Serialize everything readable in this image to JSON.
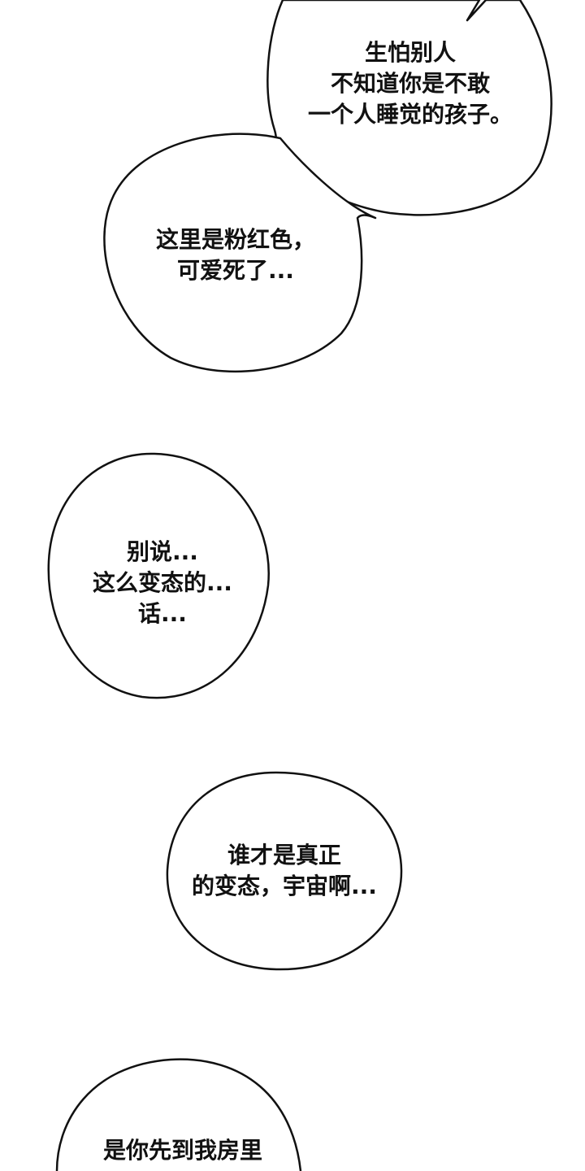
{
  "colors": {
    "background": "#ffffff",
    "outline": "#111111",
    "text": "#111111"
  },
  "bubbles": [
    {
      "id": "bubble-1",
      "lines": [
        "生怕别人",
        "不知道你是不敢",
        "一个人睡觉的孩子。"
      ]
    },
    {
      "id": "bubble-2",
      "lines": [
        "这里是粉红色，",
        "可爱死了..."
      ]
    },
    {
      "id": "bubble-3",
      "lines": [
        "别说...",
        "这么变态的...",
        "话..."
      ]
    },
    {
      "id": "bubble-4",
      "lines": [
        "谁才是真正",
        "的变态，宇宙啊..."
      ]
    },
    {
      "id": "bubble-5",
      "lines": [
        "是你先到我房里"
      ]
    }
  ]
}
